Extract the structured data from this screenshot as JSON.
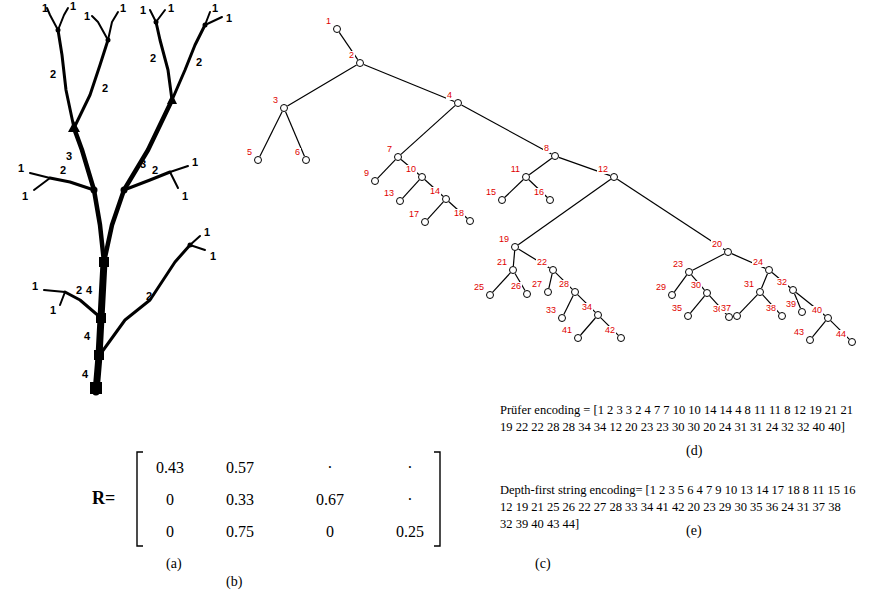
{
  "diagram": {
    "nodes": [
      {
        "text": [
          "1"
        ]
      },
      {
        "text": [
          "2"
        ]
      },
      {
        "text": [
          "3"
        ]
      },
      {
        "text": [
          "4"
        ]
      },
      {
        "text": [
          "5"
        ]
      },
      {
        "text": [
          "6"
        ]
      },
      {
        "text": [
          "7"
        ]
      },
      {
        "text": [
          "8"
        ]
      },
      {
        "text": [
          "9"
        ]
      },
      {
        "text": [
          "10"
        ]
      },
      {
        "text": [
          "11"
        ]
      },
      {
        "text": [
          "12"
        ]
      },
      {
        "text": [
          "13"
        ]
      },
      {
        "text": [
          "14"
        ]
      },
      {
        "text": [
          "15"
        ]
      },
      {
        "text": [
          "16"
        ]
      },
      {
        "text": [
          "17"
        ]
      },
      {
        "text": [
          "18"
        ]
      },
      {
        "text": [
          "19"
        ]
      },
      {
        "text": [
          "20"
        ]
      },
      {
        "text": [
          "21"
        ]
      },
      {
        "text": [
          "22"
        ]
      },
      {
        "text": [
          "23"
        ]
      },
      {
        "text": [
          "24"
        ]
      },
      {
        "text": [
          "25"
        ]
      },
      {
        "text": [
          "26"
        ]
      },
      {
        "text": [
          "27"
        ]
      },
      {
        "text": [
          "28"
        ]
      },
      {
        "text": [
          "29"
        ]
      },
      {
        "text": [
          "30"
        ]
      },
      {
        "text": [
          "31"
        ]
      },
      {
        "text": [
          "32"
        ]
      },
      {
        "text": [
          "33"
        ]
      },
      {
        "text": [
          "34"
        ]
      },
      {
        "text": [
          "35"
        ]
      },
      {
        "text": [
          "36"
        ]
      },
      {
        "text": [
          "37"
        ]
      },
      {
        "text": [
          "38"
        ]
      },
      {
        "text": [
          "39"
        ]
      },
      {
        "text": [
          "40"
        ]
      },
      {
        "text": [
          "41"
        ]
      },
      {
        "text": [
          "42"
        ]
      },
      {
        "text": [
          "43"
        ]
      },
      {
        "text": [
          "44"
        ]
      }
    ],
    "edges": [
      {
        "from": 0,
        "to": 1,
        "arrow": "none"
      },
      {
        "from": 1,
        "to": 2,
        "arrow": "none"
      },
      {
        "from": 1,
        "to": 3,
        "arrow": "none"
      },
      {
        "from": 2,
        "to": 4,
        "arrow": "none"
      },
      {
        "from": 2,
        "to": 5,
        "arrow": "none"
      },
      {
        "from": 3,
        "to": 6,
        "arrow": "none"
      },
      {
        "from": 3,
        "to": 7,
        "arrow": "none"
      },
      {
        "from": 6,
        "to": 8,
        "arrow": "none"
      },
      {
        "from": 6,
        "to": 9,
        "arrow": "none"
      },
      {
        "from": 9,
        "to": 12,
        "arrow": "none"
      },
      {
        "from": 9,
        "to": 13,
        "arrow": "none"
      },
      {
        "from": 13,
        "to": 16,
        "arrow": "none"
      },
      {
        "from": 13,
        "to": 17,
        "arrow": "none"
      },
      {
        "from": 7,
        "to": 10,
        "arrow": "none"
      },
      {
        "from": 7,
        "to": 11,
        "arrow": "none"
      },
      {
        "from": 10,
        "to": 14,
        "arrow": "none"
      },
      {
        "from": 10,
        "to": 15,
        "arrow": "none"
      },
      {
        "from": 11,
        "to": 18,
        "arrow": "none"
      },
      {
        "from": 11,
        "to": 19,
        "arrow": "none"
      },
      {
        "from": 18,
        "to": 20,
        "arrow": "none"
      },
      {
        "from": 18,
        "to": 21,
        "arrow": "none"
      },
      {
        "from": 20,
        "to": 24,
        "arrow": "none"
      },
      {
        "from": 20,
        "to": 25,
        "arrow": "none"
      },
      {
        "from": 21,
        "to": 26,
        "arrow": "none"
      },
      {
        "from": 21,
        "to": 27,
        "arrow": "none"
      },
      {
        "from": 27,
        "to": 32,
        "arrow": "none"
      },
      {
        "from": 27,
        "to": 33,
        "arrow": "none"
      },
      {
        "from": 33,
        "to": 40,
        "arrow": "none"
      },
      {
        "from": 33,
        "to": 41,
        "arrow": "none"
      },
      {
        "from": 19,
        "to": 22,
        "arrow": "none"
      },
      {
        "from": 19,
        "to": 23,
        "arrow": "none"
      },
      {
        "from": 22,
        "to": 28,
        "arrow": "none"
      },
      {
        "from": 22,
        "to": 29,
        "arrow": "none"
      },
      {
        "from": 29,
        "to": 34,
        "arrow": "none"
      },
      {
        "from": 29,
        "to": 35,
        "arrow": "none"
      },
      {
        "from": 23,
        "to": 30,
        "arrow": "none"
      },
      {
        "from": 23,
        "to": 31,
        "arrow": "none"
      },
      {
        "from": 30,
        "to": 36,
        "arrow": "none"
      },
      {
        "from": 30,
        "to": 37,
        "arrow": "none"
      },
      {
        "from": 31,
        "to": 38,
        "arrow": "none"
      },
      {
        "from": 31,
        "to": 39,
        "arrow": "none"
      },
      {
        "from": 39,
        "to": 42,
        "arrow": "none"
      },
      {
        "from": 39,
        "to": 43,
        "arrow": "none"
      }
    ],
    "labels": [
      "1",
      "1",
      "1",
      "1",
      "1",
      "1",
      "1",
      "1",
      "1",
      "1",
      "1",
      "1",
      "1",
      "1",
      "1",
      "1",
      "2",
      "2",
      "2",
      "2",
      "2",
      "2",
      "2",
      "2",
      "3",
      "3",
      "4",
      "4",
      "4",
      "(a)",
      "(c)",
      "R=",
      "0.43",
      "0.57",
      "·",
      "·",
      "0",
      "0.33",
      "0.67",
      "·",
      "0",
      "0.75",
      "0",
      "0.25",
      "(b)",
      "Prüfer encoding = [1 2 3 3 2 4 7 7 10 10 14 14 4 8 11 11 8 12 19 21 21 19 22 22 28 28 34 34 12 20 23 23 30 30 20 24 31 31 24 32 32 40 40]",
      "(d)",
      "Depth-first string encoding= [1 2 3 5 6 4 7 9 10 13 14 17 18 8 11 15 16 12 19 21 25 26 22 27 28 33 34 41 42 20 23 29 30 35 36 24 31 37 38 32 39 40 43 44]",
      "(e)"
    ]
  }
}
